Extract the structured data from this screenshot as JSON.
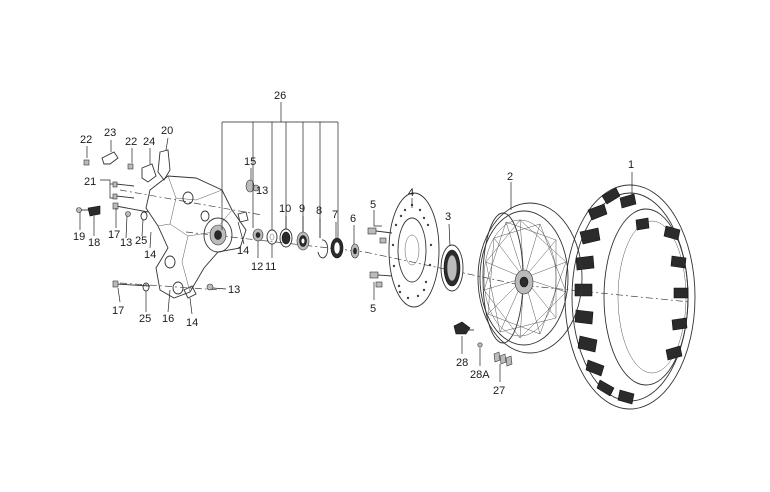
{
  "labels": {
    "l1": "1",
    "l2": "2",
    "l3": "3",
    "l4": "4",
    "l5a": "5",
    "l5b": "5",
    "l6": "6",
    "l7": "7",
    "l8": "8",
    "l9": "9",
    "l10": "10",
    "l11": "11",
    "l12": "12",
    "l13a": "13",
    "l13b": "13",
    "l13c": "13",
    "l14a": "14",
    "l14b": "14",
    "l14c": "14",
    "l15": "15",
    "l16": "16",
    "l17a": "17",
    "l17b": "17",
    "l18": "18",
    "l19": "19",
    "l20": "20",
    "l21": "21",
    "l22a": "22",
    "l22b": "22",
    "l23": "23",
    "l24": "24",
    "l25a": "25",
    "l25b": "25",
    "l26": "26",
    "l27": "27",
    "l28": "28",
    "l28a": "28A"
  }
}
